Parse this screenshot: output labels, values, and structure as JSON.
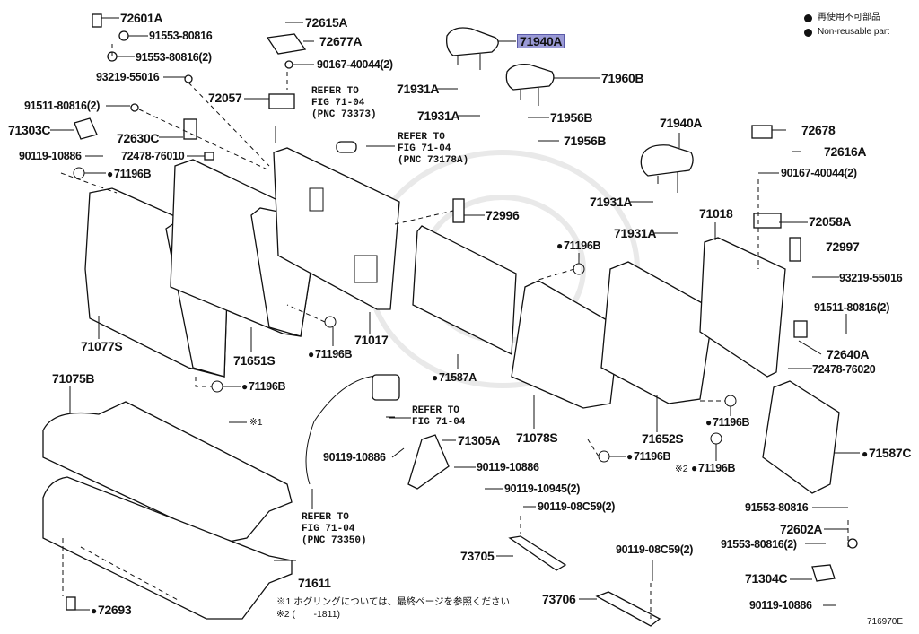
{
  "legend": {
    "items": [
      {
        "icon": "filled-circle-icon",
        "label": "再使用不可部品"
      },
      {
        "icon": "filled-circle-icon",
        "label": "Non-reusable part"
      }
    ]
  },
  "figure_id": "716970E",
  "highlighted_part": "71940A",
  "parts": {
    "p72601A": "72601A",
    "p91553_80816_a": "91553-80816",
    "p91553_80816_2a": "91553-80816(2)",
    "p93219_55016_a": "93219-55016",
    "p91511_80816_2a": "91511-80816(2)",
    "p71303C": "71303C",
    "p72630C": "72630C",
    "p90119_10886_a": "90119-10886",
    "p72478_76010": "72478-76010",
    "p71196B_a": "71196B",
    "p72615A": "72615A",
    "p72677A": "72677A",
    "p90167_40044_2a": "90167-40044(2)",
    "p72057": "72057",
    "p71940A_top": "71940A",
    "p71960B": "71960B",
    "p71931A_a": "71931A",
    "p71931A_b": "71931A",
    "p71956B_a": "71956B",
    "p71956B_b": "71956B",
    "p71940A_right": "71940A",
    "p72678": "72678",
    "p72616A": "72616A",
    "p90167_40044_2b": "90167-40044(2)",
    "p71931A_c": "71931A",
    "p71931A_d": "71931A",
    "p71018": "71018",
    "p72058A": "72058A",
    "p72997": "72997",
    "p93219_55016_b": "93219-55016",
    "p91511_80816_2b": "91511-80816(2)",
    "p72640A": "72640A",
    "p72478_76020": "72478-76020",
    "p72996": "72996",
    "p71196B_b": "71196B",
    "p71077S": "71077S",
    "p71651S": "71651S",
    "p71017": "71017",
    "p71196B_c": "71196B",
    "p71196B_d": "71196B",
    "p71587A": "71587A",
    "p71075B": "71075B",
    "p71305A": "71305A",
    "p90119_10886_b": "90119-10886",
    "p90119_10886_c": "90119-10886",
    "p90119_10945_2": "90119-10945(2)",
    "p90119_08C59_2a": "90119-08C59(2)",
    "p90119_08C59_2b": "90119-08C59(2)",
    "p71078S": "71078S",
    "p71652S": "71652S",
    "p71196B_e": "71196B",
    "p71196B_f": "71196B",
    "p71196B_g": "71196B",
    "p71587C": "71587C",
    "p91553_80816_b": "91553-80816",
    "p72602A": "72602A",
    "p91553_80816_2b": "91553-80816(2)",
    "p71304C": "71304C",
    "p90119_10886_d": "90119-10886",
    "p73705": "73705",
    "p73706": "73706",
    "p71611": "71611",
    "p72693": "72693",
    "mark1": "※1",
    "mark2": "※2"
  },
  "refs": {
    "r73373": "REFER TO\nFIG 71-04\n(PNC 73373)",
    "r73178A": "REFER TO\nFIG 71-04\n(PNC 73178A)",
    "r7104": "REFER TO\nFIG 71-04",
    "r73350": "REFER TO\nFIG 71-04\n(PNC 73350)"
  },
  "notes": {
    "note1": "※1 ホグリングについては、最終ページを参照ください",
    "note2": "※2 (       -1811)"
  }
}
